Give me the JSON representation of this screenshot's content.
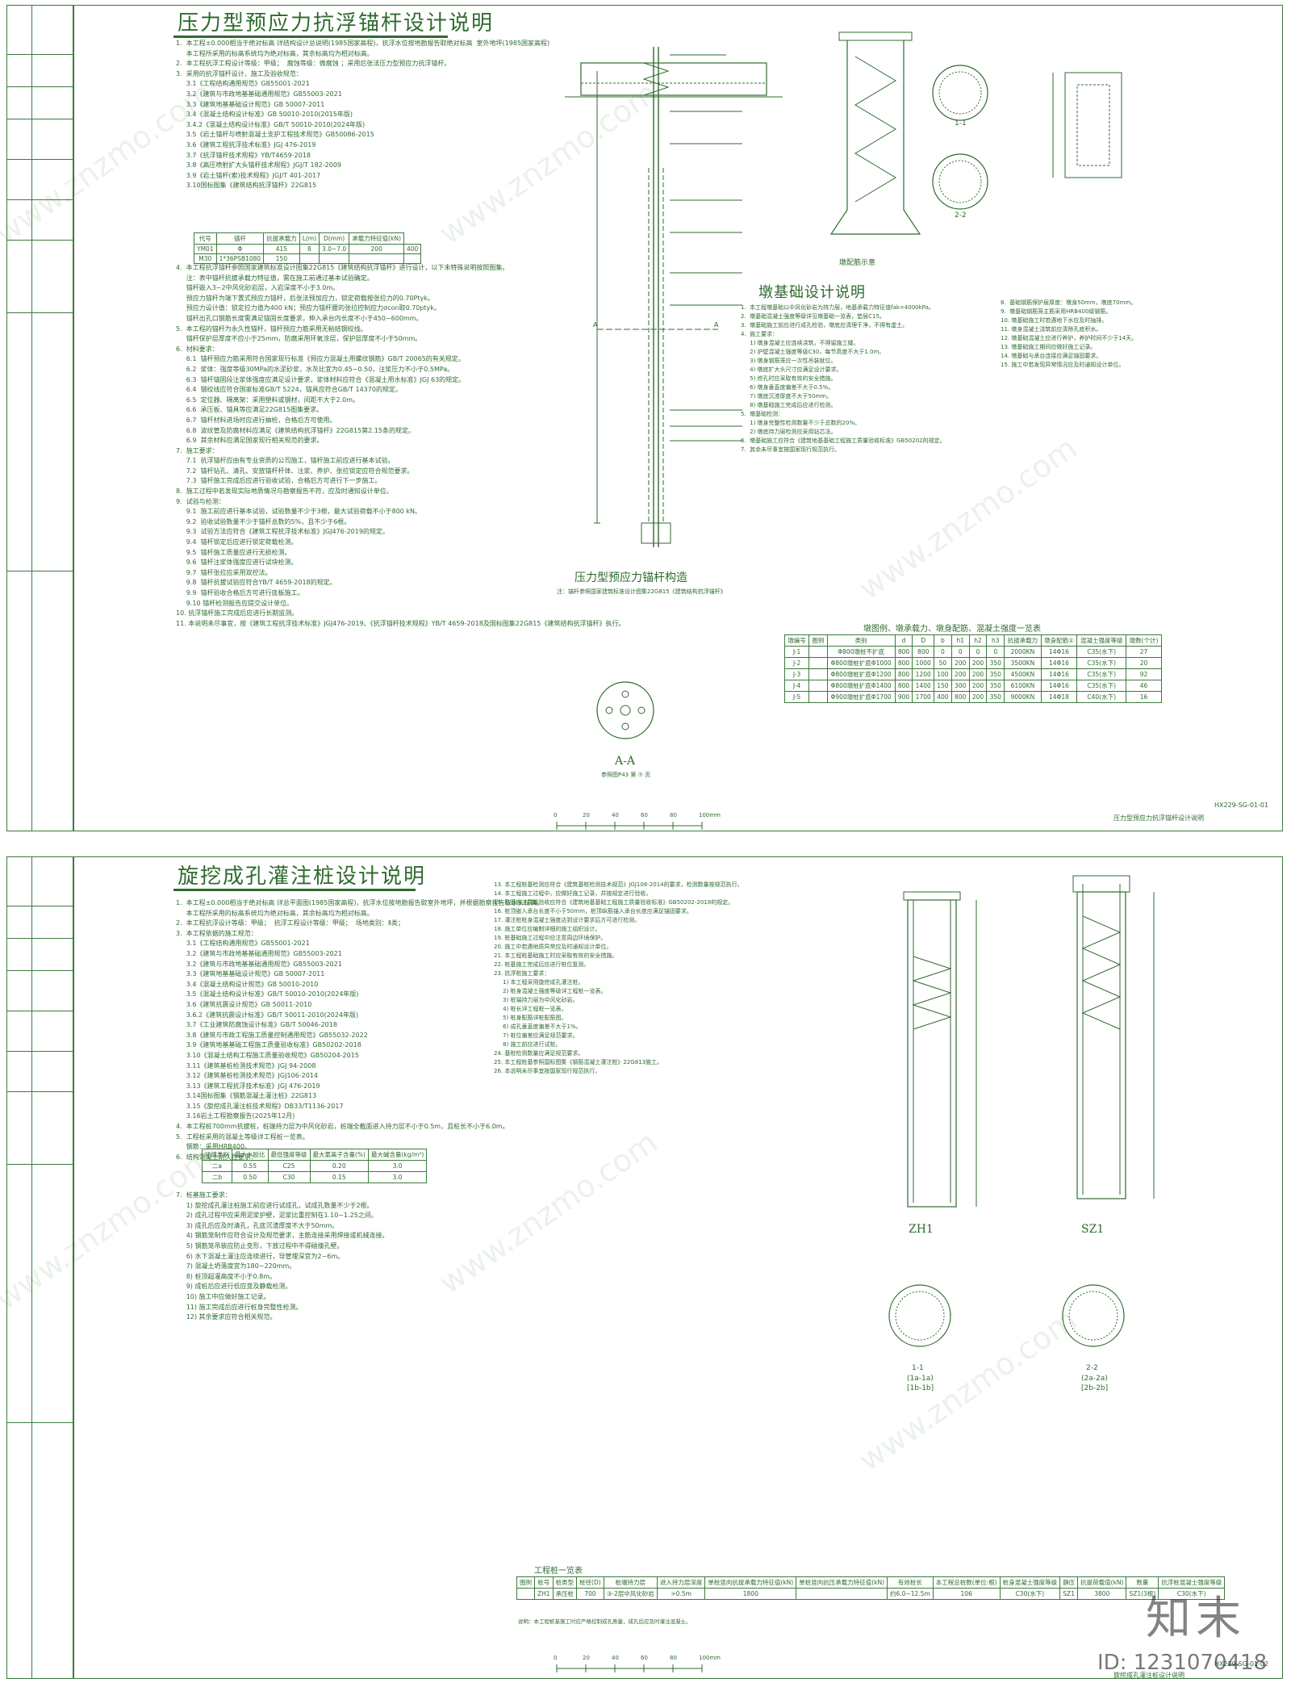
{
  "sheet1": {
    "title": "压力型预应力抗浮锚杆设计说明",
    "notes": [
      "1.  本工程±0.000相当于绝对标高 详结构设计总说明(1985国家高程)，抗浮水位按地勘报告取绝对标高  室外地坪(1985国家高程)",
      "     本工程所采用的标高系统均为绝对标高，其余标高均为相对标高。",
      "2.  本工程抗浮工程设计等级：甲级；  腐蚀等级：微腐蚀 ；采用后张法压力型预应力抗浮锚杆。",
      "3.  采用的抗浮锚杆设计、施工及验收规范：",
      "     3.1《工程结构通用规范》GB55001-2021",
      "     3.2《建筑与市政地基基础通用规范》GB55003-2021",
      "     3.3《建筑地基基础设计规范》GB 50007-2011",
      "     3.4《混凝土结构设计标准》GB 50010-2010(2015年版)",
      "     3.4.2《混凝土结构设计标准》GB/T 50010-2010(2024年版)",
      "     3.5《岩土锚杆与喷射混凝土支护工程技术规范》GB50086-2015",
      "     3.6《建筑工程抗浮技术标准》JGJ 476-2019",
      "     3.7《抗浮锚杆技术规程》YB/T4659-2018",
      "     3.8《高压喷射扩大头锚杆技术规程》JGJ/T 182-2009",
      "     3.9《岩土锚杆(索)技术规程》JGJ/T 401-2017",
      "     3.10国标图集《建筑结构抗浮锚杆》22G815"
    ],
    "notes2": [
      "4.  本工程抗浮锚杆参照国家建筑标准设计图集22G815《建筑结构抗浮锚杆》进行设计，以下未特殊说明按照图集。",
      "     注：表中锚杆抗拔承载力特征值，需在施工前通过基本试验确定。",
      "     锚杆嵌入3~2中风化砂岩层，入岩深度不小于3.0m。",
      "     预应力锚杆为端下置式预应力锚杆，后张法预加应力，锁定荷载按张拉力的0.70Ptyk。",
      "     预应力设计值：锁定拉力值为400 kN；预应力锚杆腰的张拉控制应力σcon取0.70ptyk。",
      "     锚杆出孔口钢筋长度需满足锚固长度要求，伸入承台内长度不小于450~600mm。",
      "5.  本工程的锚杆为永久性锚杆，锚杆预应力筋采用无粘结钢绞线。",
      "     锚杆保护层厚度不应小于25mm，防腐采用环氧涂层，保护层厚度不小于50mm。",
      "6.  材料要求：",
      "     6.1  锚杆预应力筋采用符合国家现行标准《预应力混凝土用螺纹钢筋》GB/T 20065的有关规定。",
      "     6.2  浆体：强度等级30MPa的水泥砂浆，水灰比宜为0.45~0.50，注浆压力不小于0.5MPa。",
      "     6.3  锚杆锚固段注浆体强度应满足设计要求，浆体材料应符合《混凝土用水标准》JGJ 63的规定。",
      "     6.4  钢绞线应符合国家标准GB/T 5224，锚具应符合GB/T 14370的规定。",
      "     6.5  定位器、隔离架：采用塑料或钢材，间距不大于2.0m。",
      "     6.6  承压板、锚具等应满足22G815图集要求。",
      "     6.7  锚杆材料进场时应进行抽检，合格后方可使用。",
      "     6.8  波纹管及防腐材料应满足《建筑结构抗浮锚杆》22G815第2.15条的规定。",
      "     6.9  其余材料应满足国家现行相关规范的要求。",
      "7.  施工要求：",
      "     7.1  抗浮锚杆应由有专业资质的公司施工，锚杆施工前应进行基本试验。",
      "     7.2  锚杆钻孔、清孔、安放锚杆杆体、注浆、养护、张拉锁定应符合规范要求。",
      "     7.3  锚杆施工完成后应进行验收试验，合格后方可进行下一步施工。",
      "8.  施工过程中若发现实际地质情况与勘察报告不符，应及时通知设计单位。",
      "9.  试验与检测：",
      "     9.1  施工前应进行基本试验，试验数量不少于3根，最大试验荷载不小于800 kN。",
      "     9.2  验收试验数量不少于锚杆总数的5%，且不少于6根。",
      "     9.3  试验方法应符合《建筑工程抗浮技术标准》JGJ476-2019的规定。",
      "     9.4  锚杆锁定后应进行锁定荷载检测。",
      "     9.5  锚杆施工质量应进行无损检测。",
      "     9.6  锚杆注浆体强度应进行试块检测。",
      "     9.7  锚杆张拉应采用双控法。",
      "     9.8  锚杆抗拔试验应符合YB/T 4659-2018的规定。",
      "     9.9  锚杆验收合格后方可进行底板施工。",
      "     9.10 锚杆检测报告应提交设计单位。",
      "10. 抗浮锚杆施工完成后应进行长期监测。",
      "11. 本说明未尽事宜，按《建筑工程抗浮技术标准》JGJ476-2019、《抗浮锚杆技术规程》YB/T 4659-2018及国标图集22G815《建筑结构抗浮锚杆》执行。"
    ],
    "anchor_table": {
      "headers": [
        "代号",
        "锚杆",
        "抗拔承载力",
        "L(m)",
        "D(mm)",
        "承载力特征值(kN)"
      ],
      "rows": [
        [
          "YM01",
          "Φ",
          "415",
          "8",
          "3.0~7.0",
          "200",
          "400"
        ],
        [
          "M30",
          "1*36PSB1080",
          "150",
          "",
          "",
          "",
          ""
        ]
      ]
    },
    "anchor_section_title": "压力型预应力锚杆构造",
    "anchor_section_note": "注：锚杆参照国家建筑标准设计图集22G815《建筑结构抗浮锚杆》",
    "aa_title": "A-A",
    "aa_note": "参照图P43 第 ⑦ 页",
    "pier_title": "墩配筋示意",
    "pier_section_labels": [
      "1-1",
      "2-2"
    ],
    "pier_notes_title": "墩基础设计说明",
    "pier_notes": [
      "1.  本工程墩基础以中风化砂岩为持力层，地基承载力特征值fak=4000kPa。",
      "2.  墩基础混凝土强度等级详见墩基础一览表，垫层C15。",
      "3.  墩基础施工前应进行成孔检验，墩底应清理干净，不得有虚土。",
      "4.  施工要求：",
      "     1) 墩身混凝土应连续浇筑，不得留施工缝。",
      "     2) 护壁混凝土强度等级C30，每节高度不大于1.0m。",
      "     3) 墩身钢筋笼应一次性吊装就位。",
      "     4) 墩底扩大头尺寸应满足设计要求。",
      "     5) 挖孔时应采取有效的安全措施。",
      "     6) 墩身垂直度偏差不大于0.5%。",
      "     7) 墩底沉渣厚度不大于50mm。",
      "     8) 墩基础施工完成后应进行检测。",
      "5.  墩基础检测：",
      "     1) 墩身完整性检测数量不少于总数的20%。",
      "     2) 墩底持力层检测应采用钻芯法。",
      "6.  墩基础施工应符合《建筑地基基础工程施工质量验收标准》GB50202的规定。",
      "7.  其余未尽事宜按国家现行规范执行。"
    ],
    "pier_notes_right": [
      "8.  基础钢筋保护层厚度：墩身50mm，墩底70mm。",
      "9.  墩基础钢筋笼主筋采用HRB400级钢筋。",
      "10. 墩基础施工时若遇地下水应及时抽排。",
      "11. 墩身混凝土浇筑前应清除孔底积水。",
      "12. 墩基础混凝土应进行养护，养护时间不少于14天。",
      "13. 墩基础施工期间应做好施工记录。",
      "14. 墩基础与承台连接应满足锚固要求。",
      "15. 施工中若发现异常情况应及时通知设计单位。"
    ],
    "pier_table_title": "墩图例、墩承载力、墩身配筋、混凝土强度一览表",
    "pier_table": {
      "headers": [
        "墩编号",
        "图例",
        "类别",
        "d",
        "D",
        "b",
        "h1",
        "h2",
        "h3",
        "抗拔承载力",
        "墩身配筋①",
        "混凝土强度等级",
        "墩数(个计)"
      ],
      "rows": [
        [
          "J-1",
          "",
          "Φ800墩桩不扩底",
          "800",
          "800",
          "0",
          "0",
          "0",
          "0",
          "2000KN",
          "14Φ16",
          "C35(水下)",
          "27"
        ],
        [
          "J-2",
          "",
          "Φ800墩桩扩底Φ1000",
          "800",
          "1000",
          "50",
          "200",
          "200",
          "350",
          "3500KN",
          "14Φ16",
          "C35(水下)",
          "20"
        ],
        [
          "J-3",
          "",
          "Φ800墩桩扩底Φ1200",
          "800",
          "1200",
          "100",
          "200",
          "200",
          "350",
          "4500KN",
          "14Φ16",
          "C35(水下)",
          "92"
        ],
        [
          "J-4",
          "",
          "Φ800墩桩扩底Φ1400",
          "800",
          "1400",
          "150",
          "300",
          "200",
          "350",
          "6100KN",
          "14Φ16",
          "C35(水下)",
          "46"
        ],
        [
          "J-5",
          "",
          "Φ900墩桩扩底Φ1700",
          "900",
          "1700",
          "400",
          "800",
          "200",
          "350",
          "9000KN",
          "14Φ18",
          "C40(水下)",
          "16"
        ]
      ]
    },
    "sheet_name": "压力型预应力抗浮锚杆设计说明",
    "sheet_code": "HX229-SG-01-01",
    "scale_labels": [
      "0",
      "20",
      "40",
      "60",
      "80",
      "100mm"
    ]
  },
  "sheet2": {
    "title": "旋挖成孔灌注桩设计说明",
    "notes": [
      "1.  本工程±0.000相当于绝对标高 详总平面图(1985国家高程)，抗浮水位按地勘报告取室外地坪，并根据勘察报告取水头标高。",
      "     本工程所采用的标高系统均为绝对标高，其余标高均为相对标高。",
      "2.  本工程抗浮设计等级：甲级；  抗浮工程设计等级：甲级；  场地类别：Ⅱ类；",
      "3.  本工程依据的施工规范：",
      "     3.1《工程结构通用规范》GB55001-2021",
      "     3.2《建筑与市政地基基础通用规范》GB55003-2021",
      "     3.2《建筑与市政地基基础通用规范》GB55003-2021",
      "     3.3《建筑地基基础设计规范》GB 50007-2011",
      "     3.4《混凝土结构设计规范》GB 50010-2010",
      "     3.5《混凝土结构设计标准》GB/T 50010-2010(2024年版)",
      "     3.6《建筑抗震设计规范》GB 50011-2010",
      "     3.6.2《建筑抗震设计标准》GB/T 50011-2010(2024年版)",
      "     3.7《工业建筑防腐蚀设计标准》GB/T 50046-2018",
      "     3.8《建筑与市政工程施工质量控制通用规范》GB55032-2022",
      "     3.9《建筑地基基础工程施工质量验收标准》GB50202-2018",
      "     3.10《混凝土结构工程施工质量验收规范》GB50204-2015",
      "     3.11《建筑基桩检测技术规范》JGJ 94-2008",
      "     3.12《建筑基桩检测技术规范》JGJ106-2014",
      "     3.13《建筑工程抗浮技术标准》JGJ 476-2019",
      "     3.14国标图集《钢筋混凝土灌注桩》22G813",
      "     3.15《旋挖成孔灌注桩技术规程》DB33/T1136-2017",
      "     3.16岩土工程勘察报告(2025年12月)",
      "4.  本工程桩700mm抗拔桩，桩端持力层为中风化砂岩，桩端全截面进入持力层不小于0.5m，且桩长不小于6.0m。",
      "5.  工程桩采用的混凝土等级详工程桩一览表。",
      "     钢筋：采用HRB400。",
      "6.  结构混凝土耐久性要求："
    ],
    "durability_table": {
      "headers": [
        "环境类别",
        "最大水胶比",
        "最低强度等级",
        "最大氯离子含量(%)",
        "最大碱含量(kg/m³)"
      ],
      "rows": [
        [
          "二a",
          "0.55",
          "C25",
          "0.20",
          "3.0"
        ],
        [
          "二b",
          "0.50",
          "C30",
          "0.15",
          "3.0"
        ]
      ]
    },
    "notes_b": [
      "7.  桩基施工要求：",
      "     1) 旋挖成孔灌注桩施工前应进行试成孔，试成孔数量不少于2根。",
      "     2) 成孔过程中应采用泥浆护壁，泥浆比重控制在1.10~1.25之间。",
      "     3) 成孔后应及时清孔，孔底沉渣厚度不大于50mm。",
      "     4) 钢筋笼制作应符合设计及规范要求，主筋连接采用焊接或机械连接。",
      "     5) 钢筋笼吊装应防止变形，下放过程中不得碰撞孔壁。",
      "     6) 水下混凝土灌注应连续进行，导管埋深宜为2~6m。",
      "     7) 混凝土坍落度宜为180~220mm。",
      "     8) 桩顶超灌高度不小于0.8m。",
      "     9) 成桩后应进行低应变及静载检测。",
      "     10) 施工中应做好施工记录。",
      "     11) 施工完成后应进行桩身完整性检测。",
      "     12) 其余要求应符合相关规范。"
    ],
    "notes_mid": [
      "13. 本工程桩基检测应符合《建筑基桩检测技术规范》JGJ106-2014的要求，检测数量按规范执行。",
      "14. 本工程施工过程中，应做好施工记录，并按规定进行验收。",
      "15. 桩基施工质量验收应符合《建筑地基基础工程施工质量验收标准》GB50202-2018的规定。",
      "16. 桩顶嵌入承台长度不小于50mm，桩顶纵筋锚入承台长度应满足锚固要求。",
      "17. 灌注桩桩身混凝土强度达到设计要求后方可进行检测。",
      "18. 施工单位应编制详细的施工组织设计。",
      "19. 桩基础施工过程中应注意周边环境保护。",
      "20. 施工中若遇地质异常应及时通知设计单位。",
      "21. 本工程桩基础施工时应采取有效的安全措施。",
      "22. 桩基施工完成后应进行桩位复测。",
      "23. 抗浮桩施工要求：",
      "     1) 本工程采用旋挖成孔灌注桩。",
      "     2) 桩身混凝土强度等级详工程桩一览表。",
      "     3) 桩端持力层为中风化砂岩。",
      "     4) 桩长详工程桩一览表。",
      "     5) 桩身配筋详桩配筋图。",
      "     6) 成孔垂直度偏差不大于1%。",
      "     7) 桩位偏差应满足规范要求。",
      "     8) 施工前应进行试桩。",
      "24. 基桩检测数量应满足规范要求。",
      "25. 本工程桩基参照国标图集《钢筋混凝土灌注桩》22G813施工。",
      "26. 本说明未尽事宜按国家现行规范执行。"
    ],
    "pile_labels": [
      "ZH1",
      "SZ1"
    ],
    "pile_section_labels": [
      "1-1",
      "2-2"
    ],
    "pile_section_sub": [
      "(1a-1a)",
      "[1b-1b]",
      "(2a-2a)",
      "[2b-2b]"
    ],
    "pile_table_title": "工程桩一览表",
    "pile_table": {
      "headers": [
        "图例",
        "桩号",
        "桩类型",
        "桩径(D)",
        "桩端持力层",
        "进入持力层深度",
        "单桩竖向抗拔承载力特征值(kN)",
        "单桩竖向抗压承载力特征值(kN)",
        "有效桩长",
        "本工程总桩数(单位:根)",
        "桩身混凝土强度等级",
        "静压",
        "抗拔荷载值(kN)",
        "数量",
        "抗浮桩混凝土强度等级"
      ],
      "rows": [
        [
          "",
          "ZH1",
          "承压桩",
          "700",
          "③-2层中风化砂岩",
          ">0.5m",
          "1800",
          "",
          "约6.0~12.5m",
          "106",
          "C30(水下)",
          "SZ1",
          "3800",
          "SZ1(3根)",
          "C30(水下)"
        ]
      ]
    },
    "pile_table_note": "说明：本工程桩基施工时应严格控制成孔质量，成孔后应及时灌注混凝土。",
    "sheet_name": "旋挖成孔灌注桩设计说明",
    "sheet_code": "HX229-SG-01-02",
    "scale_labels": [
      "0",
      "20",
      "40",
      "60",
      "80",
      "100mm"
    ]
  },
  "watermark": "www.znzmo.com",
  "brand": "知末",
  "image_id": "ID: 1231070418",
  "colors": {
    "line": "#3d7a3d",
    "text": "#2f6b2f"
  }
}
